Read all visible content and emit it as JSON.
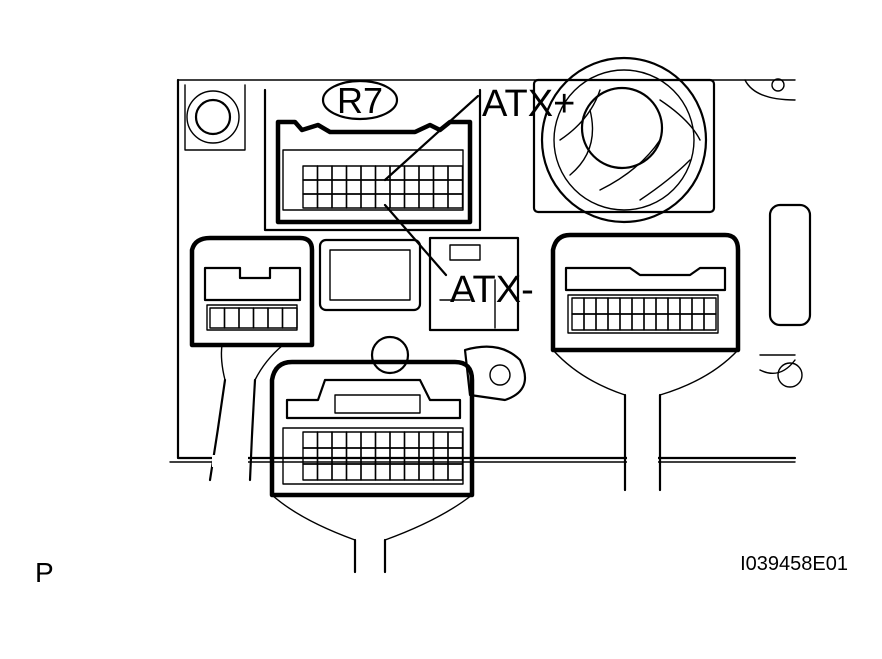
{
  "connector_id": "R7",
  "terminals": {
    "positive": "ATX+",
    "negative": "ATX-"
  },
  "view_marker": "P",
  "figure_code": "I039458E01",
  "colors": {
    "line": "#000000",
    "background": "#ffffff"
  }
}
